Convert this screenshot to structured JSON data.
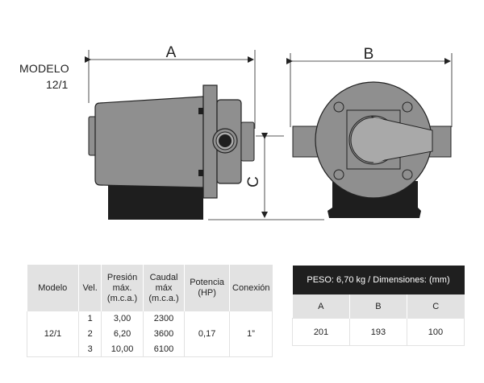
{
  "model": {
    "label": "MODELO",
    "number": "12/1"
  },
  "dimensions_labels": {
    "a": "A",
    "b": "B",
    "c": "C"
  },
  "specs_table": {
    "headers": [
      "Modelo",
      "Vel.",
      "Presión máx. (m.c.a.)",
      "Caudal máx (m.c.a.)",
      "Potencia (HP)",
      "Conexión"
    ],
    "header_lines": [
      [
        "Modelo"
      ],
      [
        "Vel."
      ],
      [
        "Presión",
        "máx.",
        "(m.c.a.)"
      ],
      [
        "Caudal",
        "máx",
        "(m.c.a.)"
      ],
      [
        "Potencia",
        "(HP)"
      ],
      [
        "Conexión"
      ]
    ],
    "model": "12/1",
    "rows": [
      {
        "vel": "1",
        "presion": "3,00",
        "caudal": "2300"
      },
      {
        "vel": "2",
        "presion": "6,20",
        "caudal": "3600"
      },
      {
        "vel": "3",
        "presion": "10,00",
        "caudal": "6100"
      }
    ],
    "potencia": "0,17",
    "conexion": "1”"
  },
  "dims_table": {
    "title": "PESO: 6,70 kg / Dimensiones: (mm)",
    "headers": [
      "A",
      "B",
      "C"
    ],
    "values": [
      "201",
      "193",
      "100"
    ]
  }
}
